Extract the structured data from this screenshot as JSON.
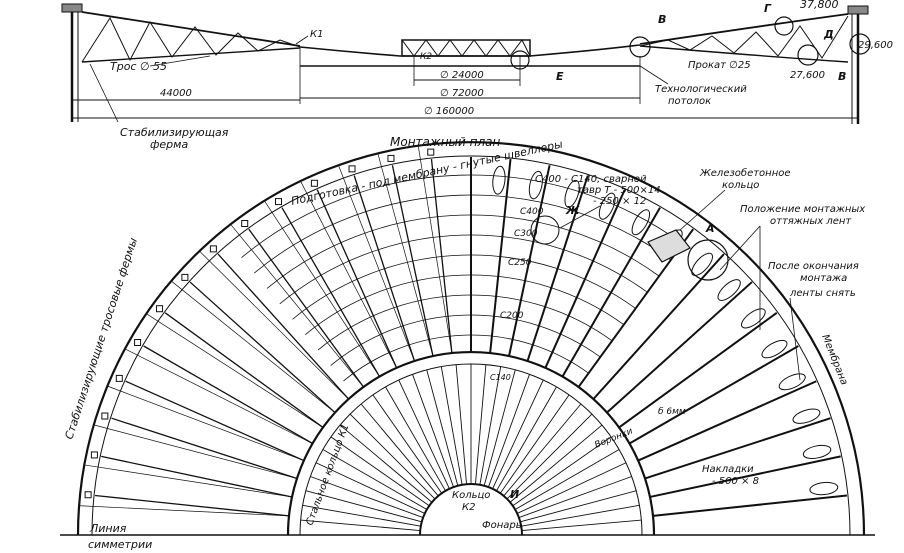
{
  "section": {
    "cable_label": "Трос ∅ 55",
    "k1": "К1",
    "k2": "К2",
    "callout_b": "В",
    "callout_g": "Г",
    "callout_d": "Д",
    "callout_e": "Е",
    "callout_v": "В",
    "elev_37800": "37,800",
    "elev_29600": "29,600",
    "elev_27600": "27,600",
    "rolled_label": "Прокат ∅25",
    "tech_ceiling_1": "Технологический",
    "tech_ceiling_2": "потолок",
    "dim_44000": "44000",
    "dim_24000": "∅ 24000",
    "dim_72000": "∅ 72000",
    "dim_160000": "∅ 160000",
    "stab_truss_1": "Стабилизирующая",
    "stab_truss_2": "ферма"
  },
  "plan": {
    "title": "Монтажный план",
    "prep_note": "Подготовка - под мембрану - гнутые швеллеры",
    "channel_note_1": "С400 - С140, сварной",
    "channel_note_2": "тавр Т - 500×14",
    "channel_note_3": "- 250 × 12",
    "c400": "С400",
    "c300": "С300",
    "c250": "С250",
    "c200": "С200",
    "c140": "С140",
    "zh": "Ж",
    "a": "А",
    "concrete_ring_1": "Железобетонное",
    "concrete_ring_2": "кольцо",
    "mount_pos_1": "Положение монтажных",
    "mount_pos_2": "оттяжных лент",
    "after_1": "После окончания",
    "after_2": "монтажа",
    "after_3": "ленты снять",
    "membrane": "Мембрана",
    "b6": "б 6мм",
    "funnels": "Воронки",
    "plates_1": "Накладки",
    "plates_2": "- 500 × 8",
    "stab_trusses": "Стабилизирующие тросовые фермы",
    "steel_ring": "Стальное кольцо К1",
    "ring_k2_1": "Кольцо",
    "ring_k2_2": "К2",
    "i_label": "И",
    "lantern": "Фонарь",
    "sym_1": "Линия",
    "sym_2": "симметрии"
  }
}
